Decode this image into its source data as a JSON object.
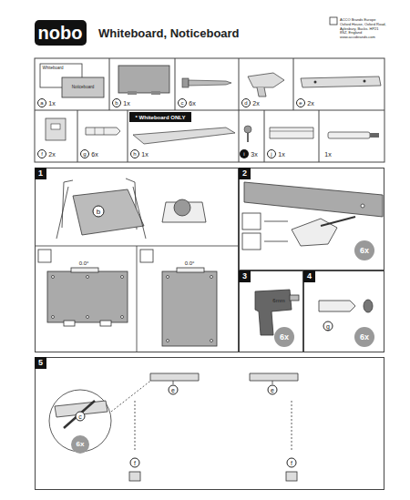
{
  "diagram": {
    "title": "Whiteboard, Noticeboard",
    "nodes": [
      {
        "text": [
          "1"
        ]
      },
      {
        "text": [
          "2"
        ]
      },
      {
        "text": [
          "3"
        ]
      },
      {
        "text": [
          "4"
        ]
      },
      {
        "text": [
          "5"
        ]
      }
    ],
    "labels": [
      "nobo",
      "Whiteboard",
      "Noticeboard",
      "a",
      "1x",
      "b",
      "1x",
      "c",
      "6x",
      "d",
      "2x",
      "e",
      "2x",
      "f",
      "2x",
      "g",
      "6x",
      "* Whiteboard ONLY",
      "h",
      "1x",
      "i",
      "3x",
      "j",
      "1x",
      "1x",
      "b",
      "0.0°",
      "0.0°",
      "6x",
      "6mm",
      "6x",
      "g",
      "6x",
      "c",
      "6x",
      "e",
      "e",
      "f",
      "f",
      "ACCO Brands Europe Oxford House, Oxford Road, Aylesbury, Bucks. HP21 8SZ, England www.accobrands.com"
    ]
  }
}
